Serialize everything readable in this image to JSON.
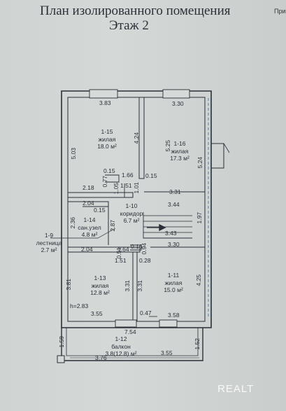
{
  "header": {
    "title_line1": "План изолированного помещения",
    "title_line2": "Этаж 2",
    "corner": "При"
  },
  "rooms": [
    {
      "id": "1-15",
      "type": "жилая",
      "area": "18.0 м²"
    },
    {
      "id": "1-16",
      "type": "жилая",
      "area": "17.3 м²"
    },
    {
      "id": "1-10",
      "type": "коридор",
      "area": "6.7 м²"
    },
    {
      "id": "1-14",
      "type": "сан.узел",
      "area": "4.8 м²"
    },
    {
      "id": "1-9",
      "type": "лестница",
      "area": "2.7 м²"
    },
    {
      "id": "1-13",
      "type": "жилая",
      "area": "12.8 м²"
    },
    {
      "id": "1-11",
      "type": "жилая",
      "area": "15.0 м²"
    },
    {
      "id": "1-12",
      "type": "балкон",
      "area": "3.8(12.8) м²"
    }
  ],
  "dims": {
    "top_left": "3.83",
    "top_right": "3.30",
    "left_1_15": "5.03",
    "mid_4_24": "4.24",
    "mid_5_25": "5.25",
    "right_5_24": "5.24",
    "d015a": "0.15",
    "d166": "1.66",
    "d015b": "0.15",
    "d077": "0.77",
    "d105": "1.05",
    "d151a": "1.51",
    "d101": "1.01",
    "d218": "2.18",
    "d331": "3.31",
    "d204a": "2.04",
    "d344": "3.44",
    "d015c": "0.15",
    "d236": "2.36",
    "d287": "2.87",
    "d197": "1.97",
    "d343": "3.43",
    "d330": "3.30",
    "d204b": "2.04",
    "d051": "0.51",
    "d164": "1.64",
    "d016": "0.16",
    "d094": "0.94",
    "d151b": "1.51",
    "d028": "0.28",
    "d381": "3.81",
    "d331b": "3.31",
    "d331c": "3.31",
    "d425": "4.25",
    "h283": "h=2.83",
    "d355a": "3.55",
    "d047": "0.47",
    "d358": "3.58",
    "d754": "7.54",
    "d159": "1.59",
    "d152": "1.52",
    "d376": "3.76",
    "d355b": "3.55"
  },
  "watermark": "REALT",
  "colors": {
    "line": "#2a2f38",
    "paper": "#d2d6d5",
    "accent": "#5a7fb5"
  }
}
